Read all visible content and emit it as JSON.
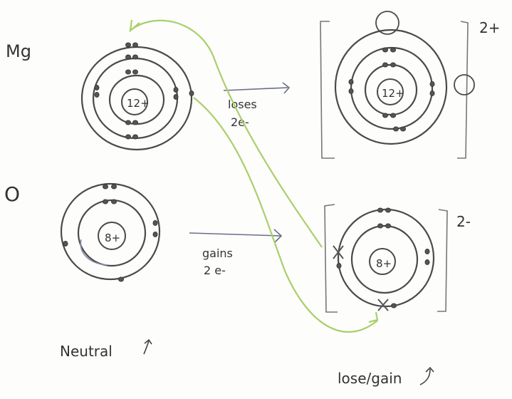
{
  "labels": {
    "mg": "Mg",
    "o": "O",
    "mg_nucleus": "12+",
    "mg_ion_nucleus": "12+",
    "o_nucleus": "8+",
    "o_ion_nucleus": "8+",
    "mg_charge": "2+",
    "o_charge": "2-",
    "loses_line1": "loses",
    "loses_line2": "2e-",
    "gains_line1": "gains",
    "gains_line2": "2 e-",
    "neutral": "Neutral",
    "lose_gain": "lose/gain"
  },
  "colors": {
    "ink": "#4a4a4a",
    "green_arrow": "#a9cf6b",
    "blue_arrow": "#6a6f88",
    "paper": "#fdfdfb"
  }
}
